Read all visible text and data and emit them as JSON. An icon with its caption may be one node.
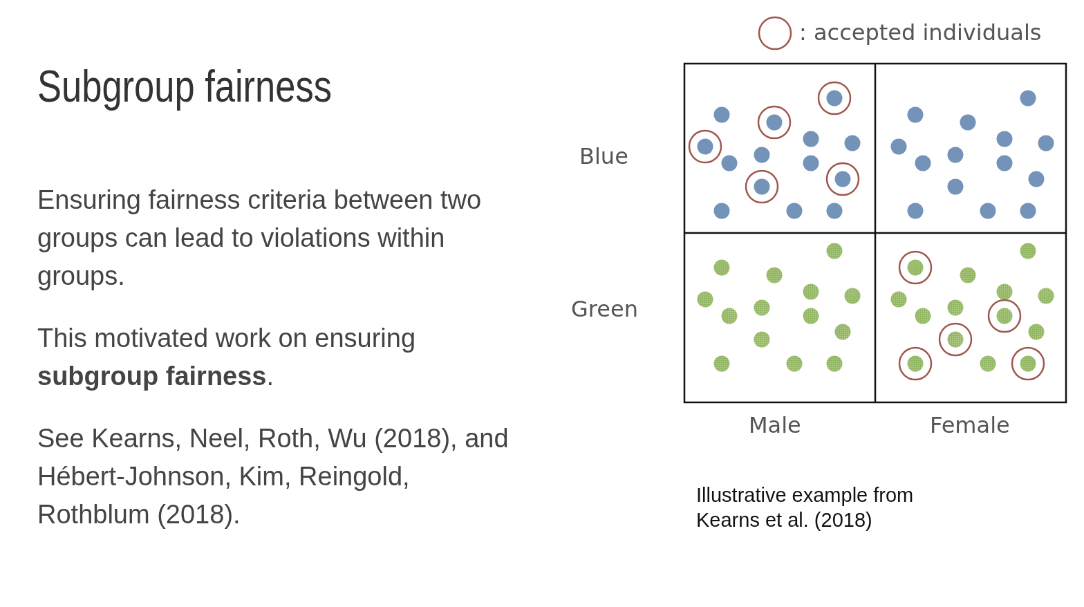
{
  "diagram": {
    "title": "Subgroup fairness",
    "caption": "Illustrative example from Kearns et al. (2018)",
    "labels": [
      "Ensuring fairness criteria between two groups can lead to violations within groups.",
      "This motivated work on ensuring **subgroup fairness**.",
      "See Kearns, Neel, Roth, Wu (2018), and Hébert-Johnson, Kim, Reingold, Rothblum (2018).",
      "Blue",
      "Green",
      "Male",
      "Female"
    ],
    "legend": [
      {
        "text": ": accepted individuals"
      }
    ]
  }
}
